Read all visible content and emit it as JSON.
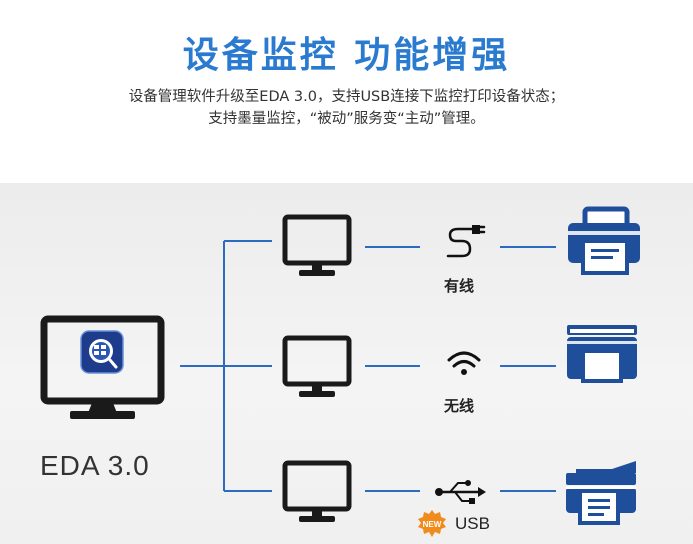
{
  "header": {
    "title": "设备监控  功能增强",
    "line1": "设备管理软件升级至EDA 3.0，支持USB连接下监控打印设备状态；",
    "line2": "支持墨量监控，“被动”服务变“主动”管理。"
  },
  "diagram": {
    "main_label": "EDA 3.0",
    "connections": [
      {
        "label": "有线",
        "icon": "cable-icon"
      },
      {
        "label": "无线",
        "icon": "wifi-icon"
      },
      {
        "label": "USB",
        "icon": "usb-icon",
        "badge": "NEW"
      }
    ]
  },
  "colors": {
    "accent": "#2a7ad0",
    "line": "#2b6cc0",
    "printer": "#1f4f9a",
    "monitor": "#1a1a1a"
  }
}
